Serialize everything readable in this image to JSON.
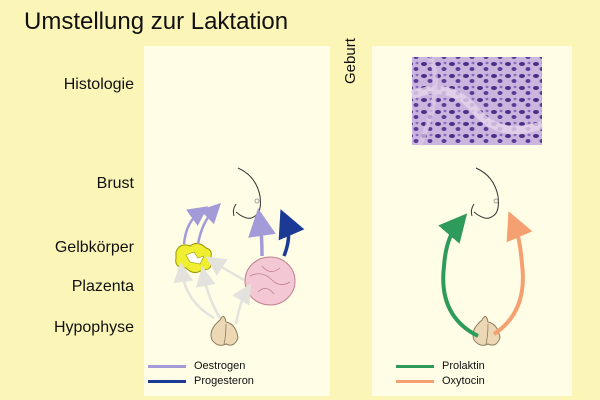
{
  "title": "Umstellung zur Laktation",
  "row_labels": {
    "histologie": "Histologie",
    "brust": "Brust",
    "gelbkoerper": "Gelbkörper",
    "plazenta": "Plazenta",
    "hypophyse": "Hypophyse"
  },
  "divider_label": "Geburt",
  "legend_left": [
    {
      "label": "Oestrogen",
      "color": "#a39bd8"
    },
    {
      "label": "Progesteron",
      "color": "#1a3a96"
    }
  ],
  "legend_right": [
    {
      "label": "Prolaktin",
      "color": "#2e9b5a"
    },
    {
      "label": "Oxytocin",
      "color": "#f5a070"
    }
  ],
  "colors": {
    "background": "#fbf6b8",
    "panel": "#fffde6",
    "faded_arrow": "#e8e6e0"
  }
}
